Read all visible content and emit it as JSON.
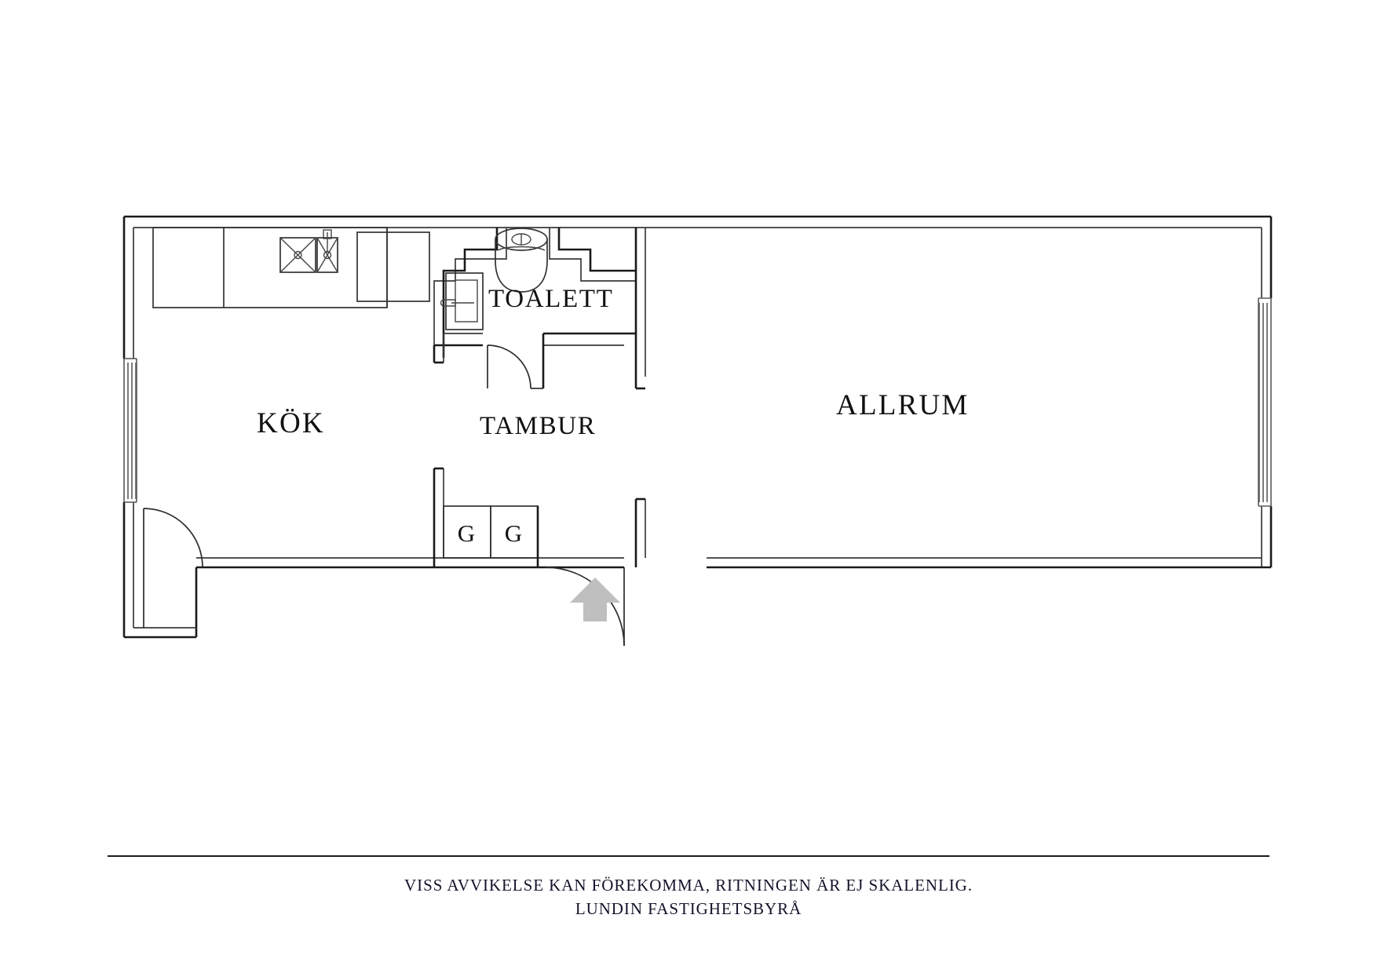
{
  "document": {
    "type": "floor-plan",
    "title": "Lägenhetsplan"
  },
  "rooms": [
    {
      "id": "kok",
      "label": "KÖK"
    },
    {
      "id": "tambur",
      "label": "TAMBUR"
    },
    {
      "id": "toalett",
      "label": "TOALETT"
    },
    {
      "id": "allrum",
      "label": "ALLRUM"
    }
  ],
  "closets": [
    {
      "id": "g1",
      "label": "G"
    },
    {
      "id": "g2",
      "label": "G"
    }
  ],
  "fixtures": [
    {
      "name": "kitchen-counter",
      "room": "kok"
    },
    {
      "name": "kitchen-sink",
      "room": "kok"
    },
    {
      "name": "stove",
      "room": "kok"
    },
    {
      "name": "refrigerator",
      "room": "kok"
    },
    {
      "name": "toilet",
      "room": "toalett"
    },
    {
      "name": "washbasin",
      "room": "toalett"
    }
  ],
  "openings": [
    {
      "name": "window-left",
      "wall": "left"
    },
    {
      "name": "window-right",
      "wall": "right"
    },
    {
      "name": "balcony-door",
      "wall": "bottom-left"
    },
    {
      "name": "entrance-door",
      "wall": "bottom-center"
    },
    {
      "name": "toilet-door",
      "wall": "interior"
    }
  ],
  "markers": {
    "entrance_arrow": {
      "name": "entrance-arrow",
      "color": "#bfbfbf",
      "direction": "up"
    }
  },
  "footer": {
    "line1": "VISS AVVIKELSE KAN FÖREKOMMA, RITNINGEN ÄR EJ SKALENLIG.",
    "line2": "LUNDIN FASTIGHETSBYRÅ"
  },
  "colors": {
    "wall": "#1a1a1a",
    "thin_line": "#3a3a3a",
    "background": "#ffffff",
    "arrow": "#bfbfbf"
  }
}
